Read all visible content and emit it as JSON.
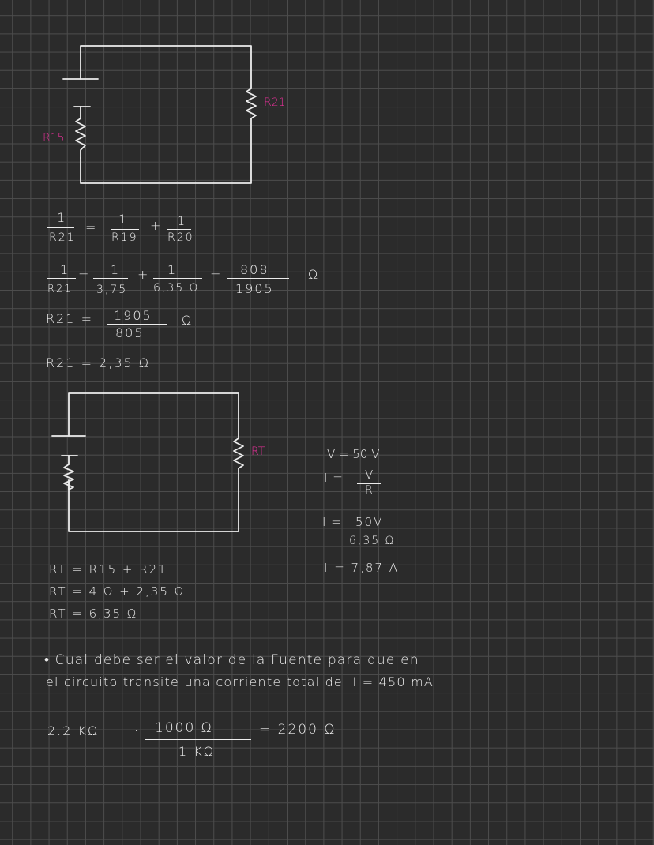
{
  "circuit1": {
    "r15_label": "R15",
    "r21_label": "R21"
  },
  "eq1": {
    "lhs_num": "1",
    "lhs_den": "R21",
    "eq": "=",
    "t1_num": "1",
    "t1_den": "R19",
    "plus": "+",
    "t2_num": "1",
    "t2_den": "R20"
  },
  "eq2": {
    "lhs_num": "1",
    "lhs_den": "R21",
    "eq": "=",
    "t1_num": "1",
    "t1_den": "3,75",
    "plus": "+",
    "t2_num": "1",
    "t2_den": "6,35 Ω",
    "eq2": "=",
    "res_num": "808",
    "res_den": "1905",
    "unit": "Ω"
  },
  "eq3": {
    "lhs": "R21 =",
    "num": "1905",
    "den": "805",
    "unit": "Ω"
  },
  "eq4": {
    "text": "R21 = 2,35 Ω"
  },
  "circuit2": {
    "rt_label": "RT"
  },
  "ohm": {
    "v_line": "V = 50 V",
    "i_lhs": "I =",
    "i_num": "V",
    "i_den": "R",
    "i2_lhs": "I =",
    "i2_num": "50V",
    "i2_den": "6,35 Ω",
    "i3": "I = 7,87 A"
  },
  "rt_lines": [
    "RT = R15 + R21",
    "RT = 4 Ω + 2,35 Ω",
    "RT = 6,35 Ω"
  ],
  "question": {
    "line1": "• Cual debe ser el valor de la Fuente para que en",
    "line2": "el circuito transite una corriente total de  I = 450 mA"
  },
  "conversion": {
    "lhs": "2.2 KΩ",
    "dot": "·",
    "num": "1000 Ω",
    "den": "1 KΩ",
    "rhs": "= 2200 Ω"
  }
}
